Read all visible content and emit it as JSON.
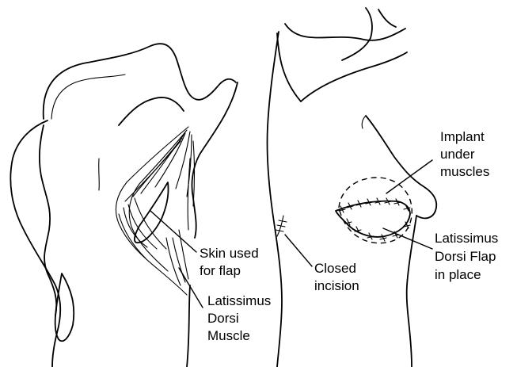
{
  "labels": {
    "skin_flap": [
      "Skin used",
      "for flap"
    ],
    "muscle": [
      "Latissimus",
      "Dorsi",
      "Muscle"
    ],
    "incision": [
      "Closed",
      "incision"
    ],
    "implant": [
      "Implant",
      "under",
      "muscles"
    ],
    "flap_in_place": [
      "Latissimus",
      "Dorsi Flap",
      "in place"
    ]
  }
}
